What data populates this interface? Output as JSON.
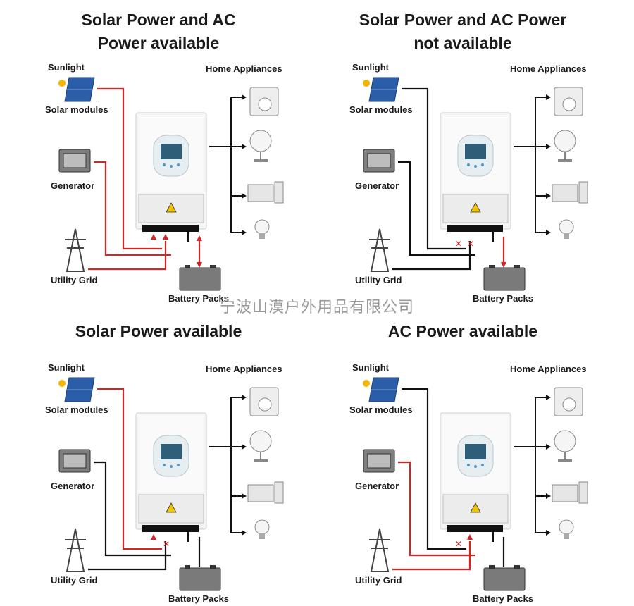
{
  "colors": {
    "active_line": "#d42424",
    "inactive_line": "#111111",
    "cross": "#d42424"
  },
  "panels": [
    {
      "title_line1": "Solar Power and AC",
      "title_line2": "Power available",
      "labels": {
        "sunlight": "Sunlight",
        "solar": "Solar modules",
        "generator": "Generator",
        "grid": "Utility Grid",
        "appliances": "Home Appliances",
        "battery": "Battery Packs"
      }
    },
    {
      "title_line1": "Solar Power and AC Power",
      "title_line2": "not available",
      "labels": {
        "sunlight": "Sunlight",
        "solar": "Solar modules",
        "generator": "Generator",
        "grid": "Utility Grid",
        "appliances": "Home Appliances",
        "battery": "Battery Packs"
      }
    },
    {
      "title_line1": "Solar Power available",
      "title_line2": "",
      "labels": {
        "sunlight": "Sunlight",
        "solar": "Solar modules",
        "generator": "Generator",
        "grid": "Utility Grid",
        "appliances": "Home Appliances",
        "battery": "Battery Packs"
      }
    },
    {
      "title_line1": "AC Power available",
      "title_line2": "",
      "labels": {
        "sunlight": "Sunlight",
        "solar": "Solar modules",
        "generator": "Generator",
        "grid": "Utility Grid",
        "appliances": "Home Appliances",
        "battery": "Battery Packs"
      }
    }
  ],
  "icons": [
    "sun-icon",
    "solar-panel-icon",
    "generator-icon",
    "transmission-tower-icon",
    "inverter-icon",
    "battery-icon",
    "washer-icon",
    "fan-icon",
    "computer-icon",
    "light-bulb-icon"
  ],
  "watermark": "宁波山漠户外用品有限公司"
}
